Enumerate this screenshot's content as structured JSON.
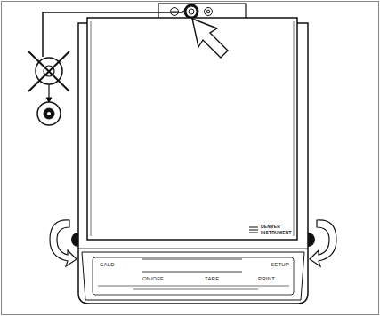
{
  "diagram": {
    "labels": [
      "DENVER",
      "INSTRUMENT",
      "CALD",
      "SETUP",
      "ON/OFF",
      "TARE",
      "PRINT"
    ]
  }
}
